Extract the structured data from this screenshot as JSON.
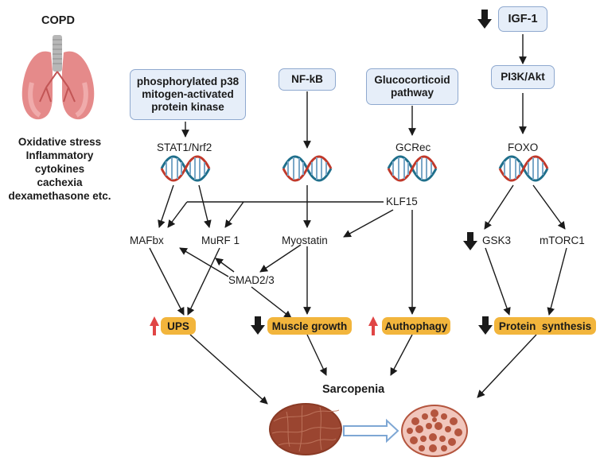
{
  "copd": {
    "title": "COPD",
    "causes": [
      "Oxidative stress",
      "Inflammatory cytokines",
      "cachexia",
      "dexamethasone etc."
    ]
  },
  "pathways": {
    "p38": [
      "phosphorylated p38",
      "mitogen-activated",
      "protein kinase"
    ],
    "nfkb": "NF-kB",
    "gluco": [
      "Glucocorticoid",
      "pathway"
    ],
    "igf": "IGF-1",
    "pi3k": "PI3K/Akt"
  },
  "nodes": {
    "stat1": "STAT1/Nrf2",
    "gcrec": "GCRec",
    "foxo": "FOXO",
    "klf15": "KLF15",
    "mafbx": "MAFbx",
    "murf1": "MuRF 1",
    "myostatin": "Myostatin",
    "gsk3": "GSK3",
    "mtorc1": "mTORC1",
    "smad": "SMAD2/3"
  },
  "outcomes": {
    "ups": "UPS",
    "muscle_growth": "Muscle growth",
    "autophagy": "Authophagy",
    "protein_synthesis": "Protein  synthesis"
  },
  "result": "Sarcopenia",
  "colors": {
    "box_fill": "#e6eef9",
    "box_border": "#8fa9cf",
    "outcome_fill": "#f2b53c",
    "up_arrow": "#e04545",
    "down_arrow": "#1a1a1a",
    "muscle": "#8a3a25"
  },
  "icons": [
    "lungs-icon",
    "dna-icon",
    "up-arrow-icon",
    "down-arrow-icon",
    "healthy-muscle-icon",
    "sarcopenic-muscle-icon",
    "transition-arrow-icon"
  ]
}
